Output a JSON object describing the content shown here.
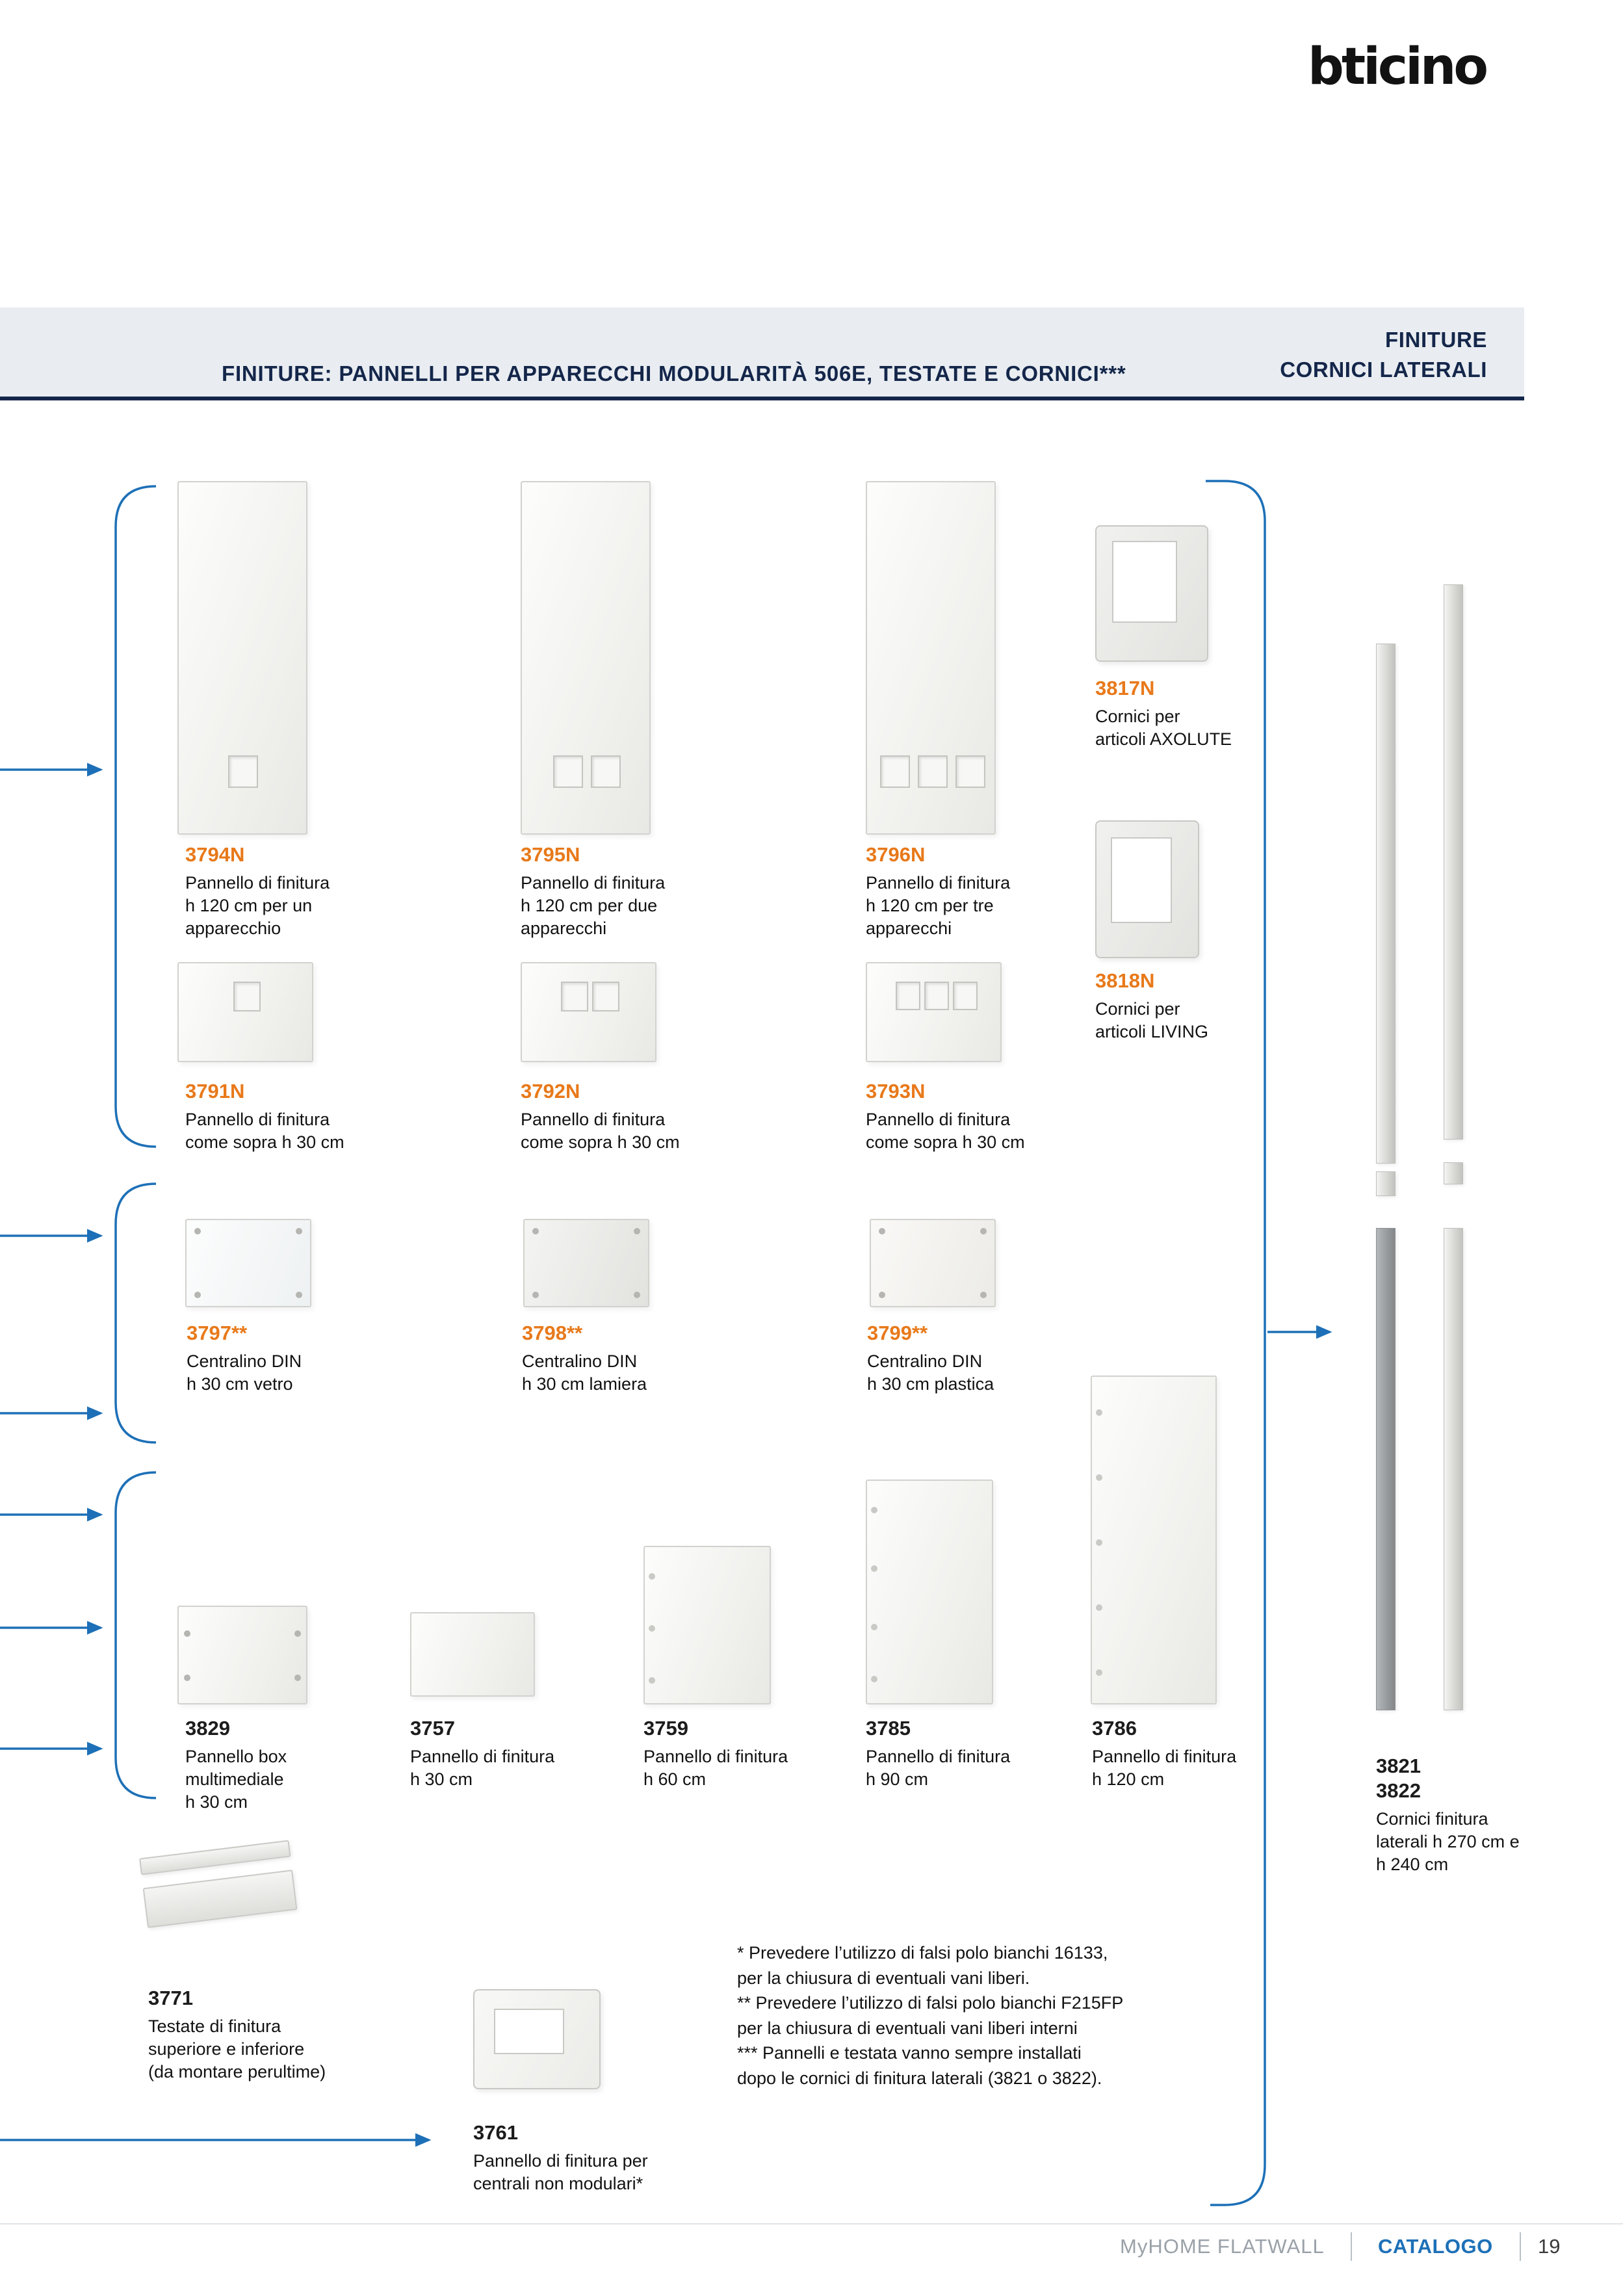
{
  "colors": {
    "accent_orange": "#e8791a",
    "connector_blue": "#1d70b7",
    "header_navy": "#14264a",
    "band_gray": "#e9edf1"
  },
  "logo_text": "bticino",
  "header": {
    "title": "FINITURE: PANNELLI PER APPARECCHI MODULARITÀ 506E, TESTATE E CORNICI***",
    "right": "FINITURE\nCORNICI LATERALI"
  },
  "products": {
    "p3794n": {
      "code": "3794N",
      "desc": "Pannello di finitura\nh 120 cm per un\napparecchio"
    },
    "p3795n": {
      "code": "3795N",
      "desc": "Pannello di finitura\nh 120 cm per due\napparecchi"
    },
    "p3796n": {
      "code": "3796N",
      "desc": "Pannello di finitura\nh 120 cm per tre\napparecchi"
    },
    "p3817n": {
      "code": "3817N",
      "desc": "Cornici per\narticoli AXOLUTE"
    },
    "p3818n": {
      "code": "3818N",
      "desc": "Cornici per\narticoli LIVING"
    },
    "p3791n": {
      "code": "3791N",
      "desc": "Pannello di finitura\ncome sopra h 30 cm"
    },
    "p3792n": {
      "code": "3792N",
      "desc": "Pannello di finitura\ncome sopra h 30 cm"
    },
    "p3793n": {
      "code": "3793N",
      "desc": "Pannello di finitura\ncome sopra h 30 cm"
    },
    "p3797": {
      "code": "3797**",
      "desc": "Centralino DIN\nh 30 cm vetro"
    },
    "p3798": {
      "code": "3798**",
      "desc": "Centralino DIN\nh 30 cm lamiera"
    },
    "p3799": {
      "code": "3799**",
      "desc": "Centralino DIN\nh 30 cm plastica"
    },
    "p3829": {
      "code": "3829",
      "desc": "Pannello box\nmultimediale\nh 30 cm"
    },
    "p3757": {
      "code": "3757",
      "desc": "Pannello di finitura\nh 30 cm"
    },
    "p3759": {
      "code": "3759",
      "desc": "Pannello di finitura\nh 60 cm"
    },
    "p3785": {
      "code": "3785",
      "desc": "Pannello di finitura\nh 90 cm"
    },
    "p3786": {
      "code": "3786",
      "desc": "Pannello di finitura\nh 120 cm"
    },
    "p3771": {
      "code": "3771",
      "desc": "Testate di finitura\nsuperiore e inferiore\n(da montare perultime)"
    },
    "p3761": {
      "code": "3761",
      "desc": "Pannello di finitura per\ncentrali non modulari*"
    },
    "p3821": {
      "code": "3821\n3822",
      "desc": "Cornici finitura\nlaterali h 270 cm e\nh 240 cm"
    }
  },
  "footnotes": "* Prevedere l’utilizzo di falsi polo bianchi 16133,\nper la chiusura di eventuali vani liberi.\n** Prevedere l’utilizzo di falsi polo bianchi F215FP\nper la chiusura di eventuali vani liberi interni\n*** Pannelli e testata vanno sempre installati\ndopo le cornici di finitura laterali (3821 o 3822).",
  "footer": {
    "brand": "MyHOME FLATWALL",
    "catalog": "CATALOGO",
    "page": "19"
  }
}
